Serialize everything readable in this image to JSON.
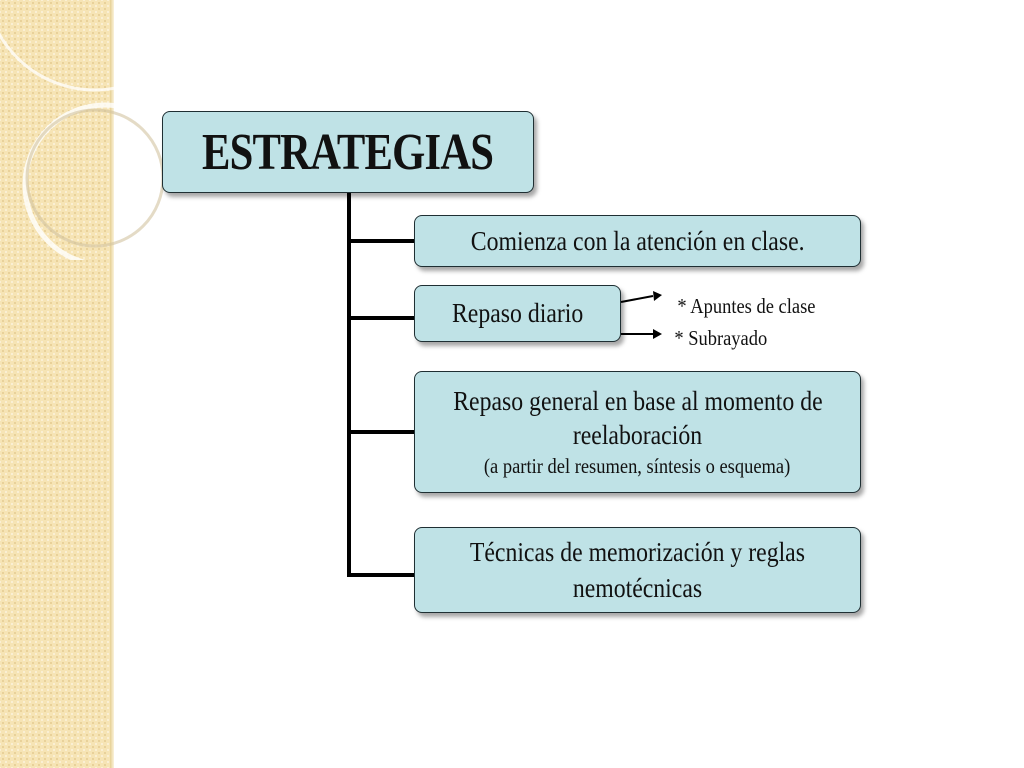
{
  "diagram": {
    "title": "ESTRATEGIAS",
    "nodes": [
      {
        "id": "comienza",
        "lines": [
          "Comienza con la atención en clase."
        ]
      },
      {
        "id": "repaso-diario",
        "lines": [
          "Repaso diario"
        ]
      },
      {
        "id": "repaso-general",
        "lines": [
          "Repaso general en base al momento de",
          "reelaboración"
        ],
        "sub": "(a partir del resumen, síntesis o esquema)"
      },
      {
        "id": "tecnicas",
        "lines": [
          "Técnicas de memorización y reglas",
          "nemotécnicas"
        ]
      }
    ],
    "repaso_diario_items": [
      "* Apuntes de clase",
      "* Subrayado"
    ]
  },
  "colors": {
    "node_fill": "#bfe2e6",
    "node_border": "#1f2f33",
    "connector": "#000000",
    "side_panel": "#f6e4b5"
  }
}
